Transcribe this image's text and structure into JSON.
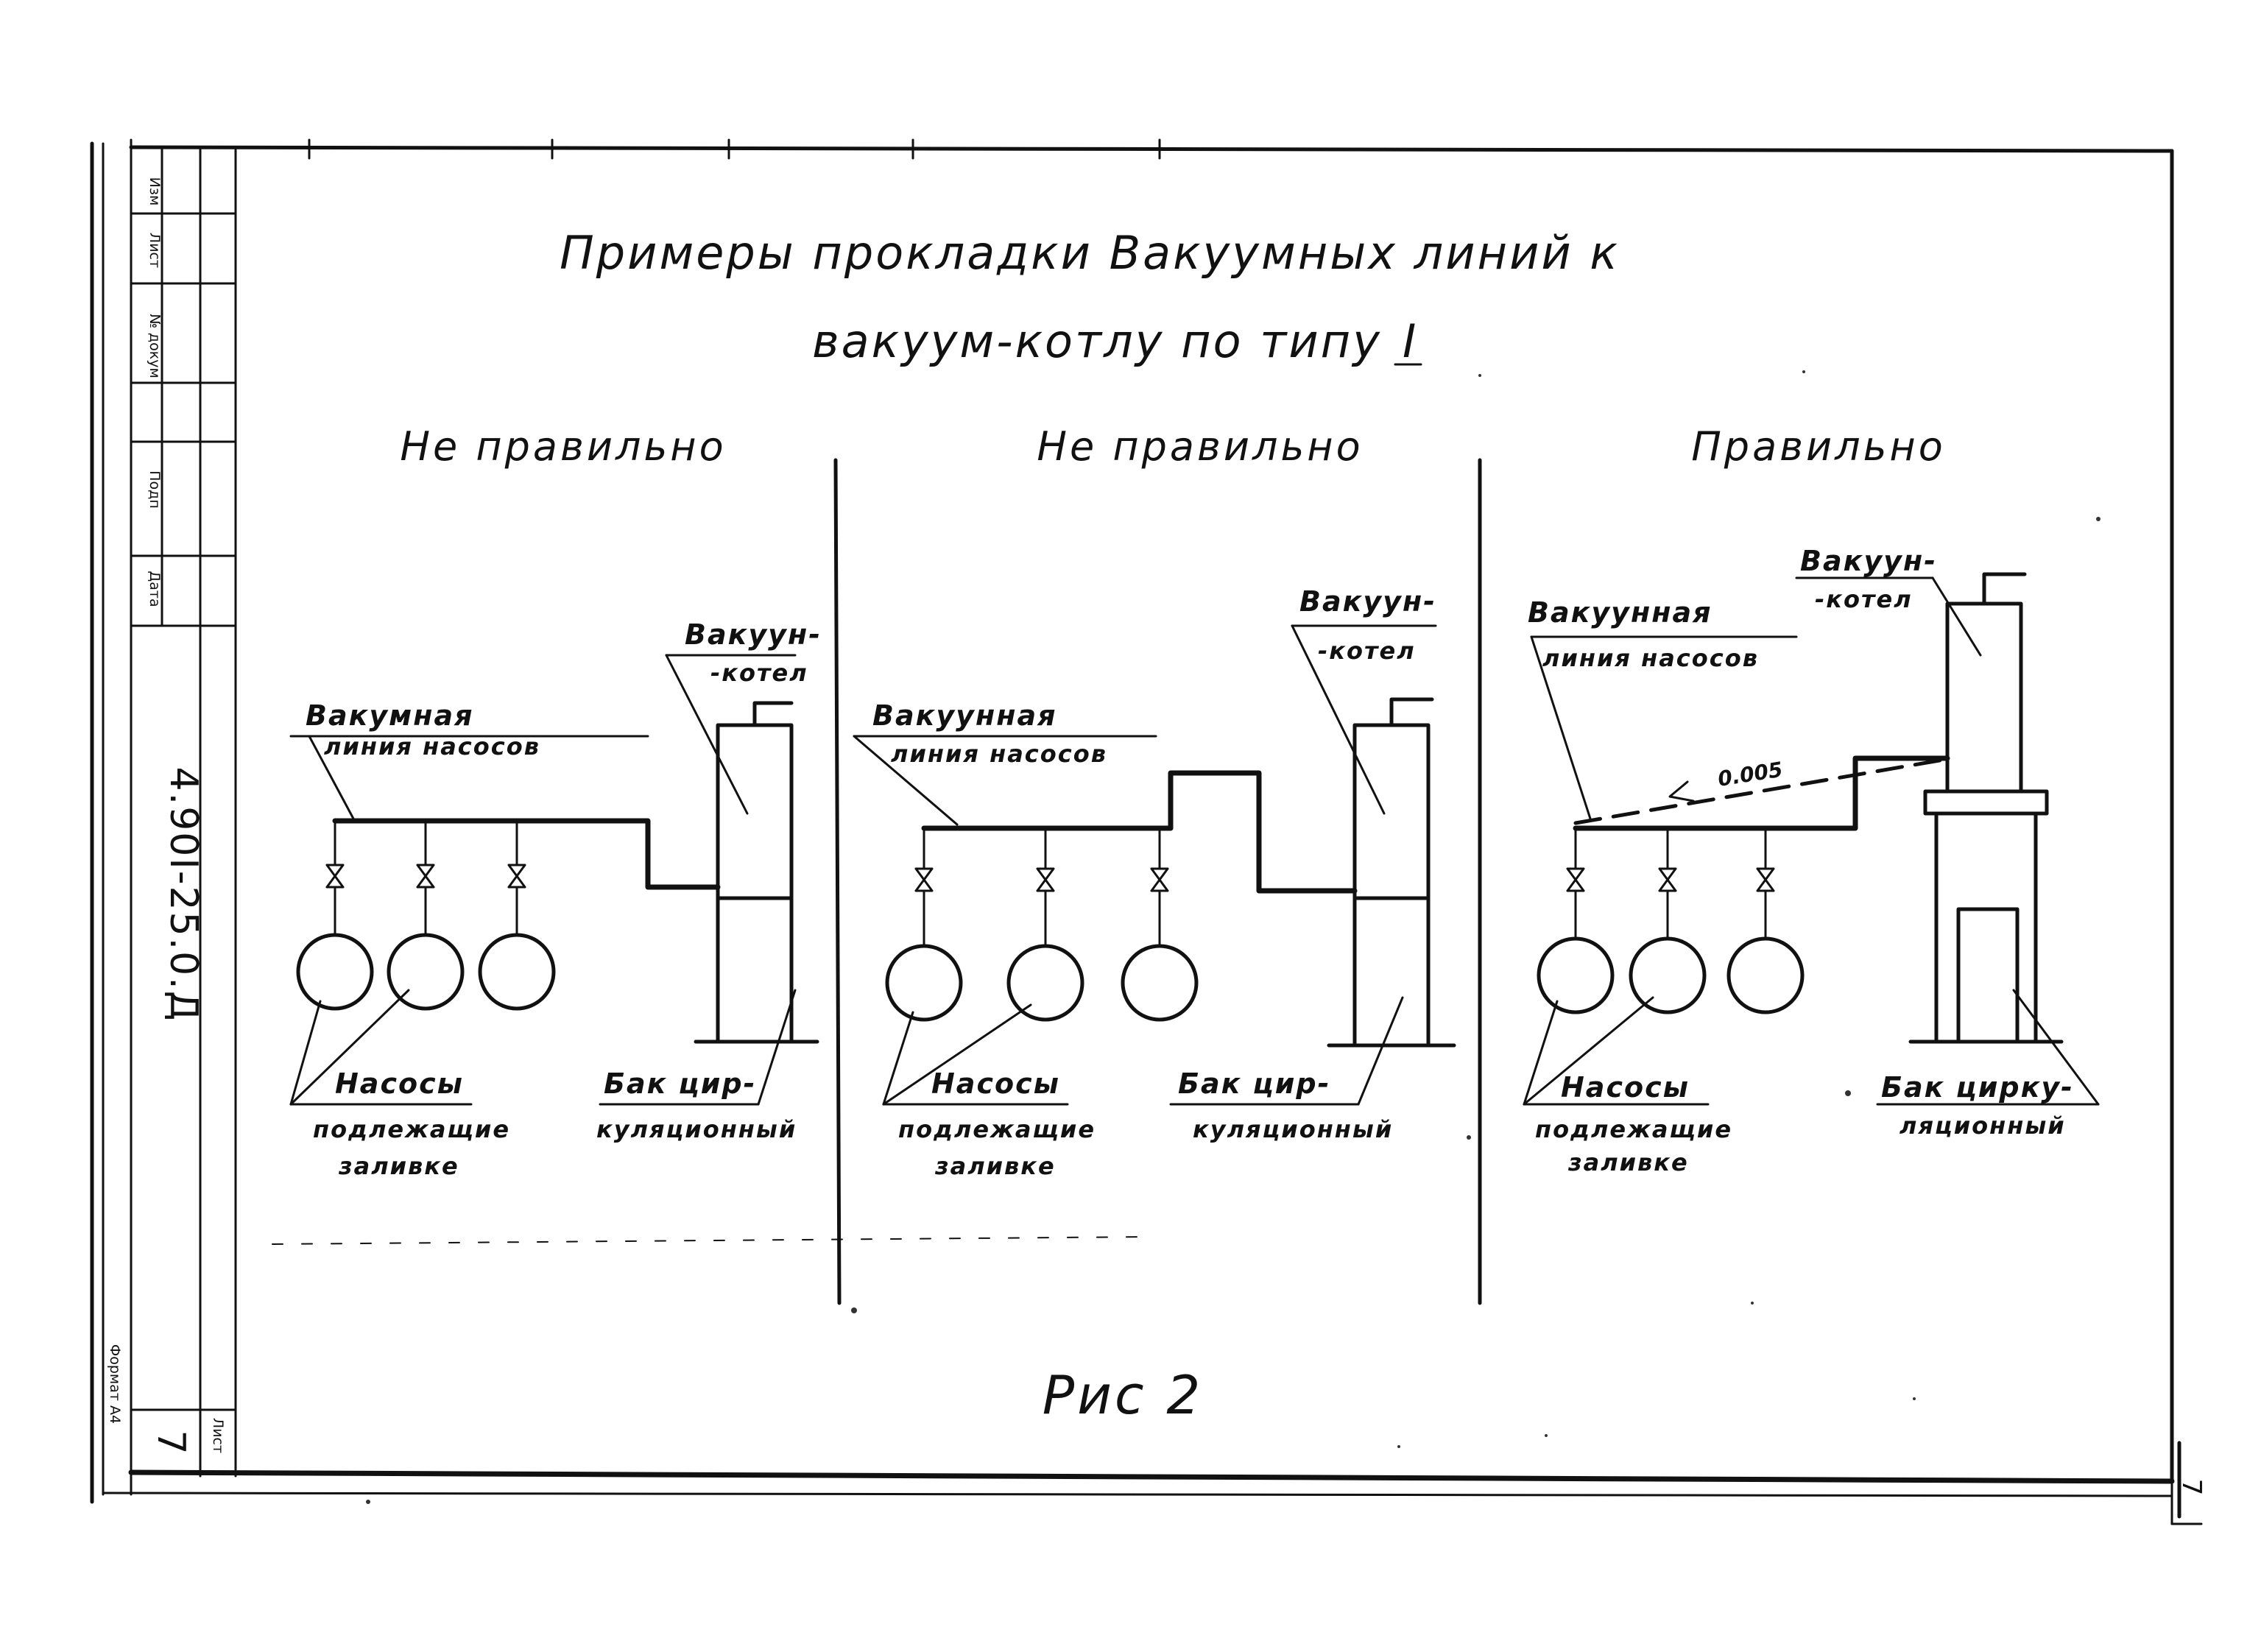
{
  "title": {
    "line1": "Примеры прокладки Вакуумных линий к",
    "line2": "вакуум-котлу по типу",
    "type_numeral": "I"
  },
  "panels": [
    {
      "heading": "Не правильно",
      "vacuum_line_label": [
        "Вакумная",
        "линия насосов"
      ],
      "boiler_label": [
        "Вакуун-",
        "-котел"
      ],
      "pumps_label": [
        "Насосы",
        "подлежащие",
        "заливке"
      ],
      "tank_label": [
        "Бак цир-",
        "куляционный"
      ]
    },
    {
      "heading": "Не правильно",
      "vacuum_line_label": [
        "Вакуунная",
        "линия насосов"
      ],
      "boiler_label": [
        "Вакуун-",
        "-котел"
      ],
      "pumps_label": [
        "Насосы",
        "подлежащие",
        "заливке"
      ],
      "tank_label": [
        "Бак цир-",
        "куляционный"
      ]
    },
    {
      "heading": "Правильно",
      "vacuum_line_label": [
        "Вакуунная",
        "линия насосов"
      ],
      "boiler_label": [
        "Вакуун-",
        "-котел"
      ],
      "pumps_label": [
        "Насосы",
        "подлежащие",
        "заливке"
      ],
      "tank_label": [
        "Бак цирку-",
        "ляционный"
      ],
      "slope_label": "0.005"
    }
  ],
  "figure_caption": "Рис 2",
  "title_block": {
    "document_number": "4.90I-25.0.Д",
    "sheet_number": "7",
    "sheet_label": "Лист",
    "format_label": "Формат А4",
    "revision_columns": [
      "Изм",
      "Лист",
      "№ докум",
      "Подп",
      "Дата"
    ],
    "corner_sheet_number": "7"
  }
}
